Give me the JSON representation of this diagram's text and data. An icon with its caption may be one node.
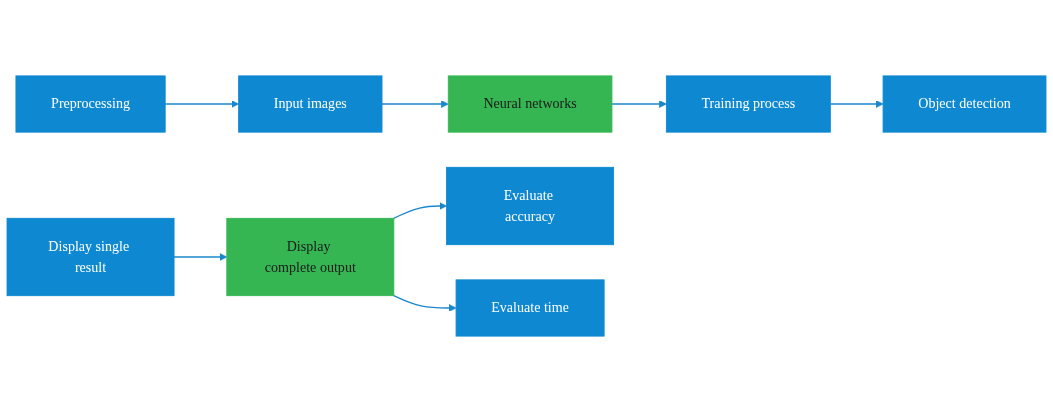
{
  "diagram": {
    "nodes": [
      {
        "text": [
          "Preprocessing"
        ]
      },
      {
        "text": [
          "Input images"
        ]
      },
      {
        "text": [
          "Neural networks"
        ]
      },
      {
        "text": [
          "Training process"
        ]
      },
      {
        "text": [
          "Object detection"
        ]
      },
      {
        "text": [
          "Display single result"
        ]
      },
      {
        "text": [
          "Display complete output"
        ]
      },
      {
        "text": [
          "Evaluate accuracy"
        ]
      },
      {
        "text": [
          "Evaluate time"
        ]
      }
    ],
    "edges": [
      {
        "from": 0,
        "to": 1,
        "arrow": "to"
      },
      {
        "from": 1,
        "to": 2,
        "arrow": "to"
      },
      {
        "from": 2,
        "to": 3,
        "arrow": "to"
      },
      {
        "from": 3,
        "to": 4,
        "arrow": "to"
      },
      {
        "from": 5,
        "to": 6,
        "arrow": "to"
      },
      {
        "from": 6,
        "to": 7,
        "arrow": "to"
      },
      {
        "from": 6,
        "to": 8,
        "arrow": "to"
      }
    ]
  }
}
